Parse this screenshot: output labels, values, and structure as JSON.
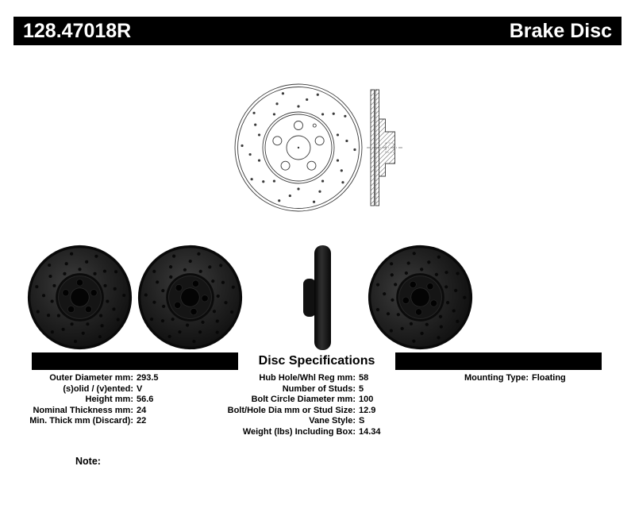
{
  "header": {
    "part_number": "128.47018R",
    "title": "Brake Disc"
  },
  "specs_section": {
    "heading": "Disc Specifications",
    "left": [
      {
        "label": "Outer Diameter mm:",
        "value": "293.5"
      },
      {
        "label": "(s)olid / (v)ented:",
        "value": "V"
      },
      {
        "label": "Height mm:",
        "value": "56.6"
      },
      {
        "label": "Nominal Thickness mm:",
        "value": "24"
      },
      {
        "label": "Min. Thick mm (Discard):",
        "value": "22"
      }
    ],
    "middle": [
      {
        "label": "Hub Hole/Whl Reg mm:",
        "value": "58"
      },
      {
        "label": "Number of Studs:",
        "value": "5"
      },
      {
        "label": "Bolt Circle Diameter mm:",
        "value": "100"
      },
      {
        "label": "Bolt/Hole Dia mm or Stud Size:",
        "value": "12.9"
      },
      {
        "label": "Vane Style:",
        "value": "S"
      },
      {
        "label": "Weight (lbs) Including Box:",
        "value": "14.34"
      }
    ],
    "right": [
      {
        "label": "Mounting Type:",
        "value": "Floating"
      }
    ]
  },
  "note_label": "Note:",
  "colors": {
    "header_bg": "#000000",
    "header_text": "#ffffff",
    "spec_bar_bg": "#000000"
  }
}
